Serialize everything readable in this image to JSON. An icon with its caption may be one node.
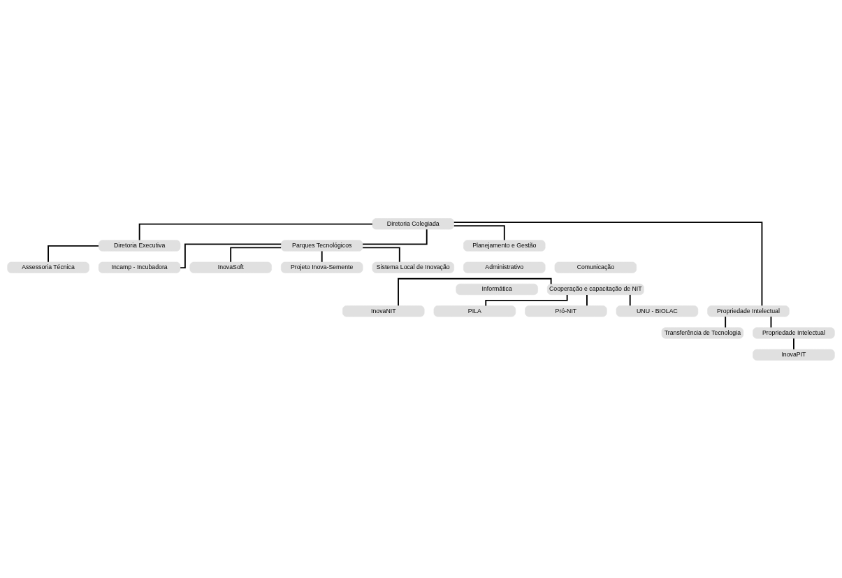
{
  "diagram": {
    "nodes": [
      {
        "text": [
          "Diretoria Colegiada"
        ]
      },
      {
        "text": [
          "Diretoria Executiva"
        ]
      },
      {
        "text": [
          "Assessoria Técnica"
        ]
      },
      {
        "text": [
          "Parques Tecnológicos"
        ]
      },
      {
        "text": [
          "Incamp - Incubadora"
        ]
      },
      {
        "text": [
          "InovaSoft"
        ]
      },
      {
        "text": [
          "Projeto Inova-Semente"
        ]
      },
      {
        "text": [
          "Sistema Local de Inovação"
        ]
      },
      {
        "text": [
          "Planejamento e Gestão"
        ]
      },
      {
        "text": [
          "Administrativo"
        ]
      },
      {
        "text": [
          "Comunicação"
        ]
      },
      {
        "text": [
          "Informática"
        ]
      },
      {
        "text": [
          "Cooperação e capacitação de NIT"
        ]
      },
      {
        "text": [
          "InovaNIT"
        ]
      },
      {
        "text": [
          "PILA"
        ]
      },
      {
        "text": [
          "Pró-NIT"
        ]
      },
      {
        "text": [
          "UNU - BIOLAC"
        ]
      },
      {
        "text": [
          "Propriedade Intelectual"
        ]
      },
      {
        "text": [
          "Transferência de Tecnologia"
        ]
      },
      {
        "text": [
          "Propriedade Intelectual"
        ]
      },
      {
        "text": [
          "InovaPIT"
        ]
      }
    ],
    "edges": [
      {
        "from": 0,
        "to": 1,
        "arrow": "none"
      },
      {
        "from": 1,
        "to": 2,
        "arrow": "none"
      },
      {
        "from": 0,
        "to": 3,
        "arrow": "none"
      },
      {
        "from": 3,
        "to": 4,
        "arrow": "none"
      },
      {
        "from": 3,
        "to": 5,
        "arrow": "none"
      },
      {
        "from": 3,
        "to": 6,
        "arrow": "none"
      },
      {
        "from": 3,
        "to": 7,
        "arrow": "none"
      },
      {
        "from": 0,
        "to": 8,
        "arrow": "none"
      },
      {
        "from": 12,
        "to": 13,
        "arrow": "none"
      },
      {
        "from": 12,
        "to": 14,
        "arrow": "none"
      },
      {
        "from": 12,
        "to": 15,
        "arrow": "none"
      },
      {
        "from": 12,
        "to": 16,
        "arrow": "none"
      },
      {
        "from": 0,
        "to": 17,
        "arrow": "none"
      },
      {
        "from": 17,
        "to": 18,
        "arrow": "none"
      },
      {
        "from": 17,
        "to": 19,
        "arrow": "none"
      },
      {
        "from": 19,
        "to": 20,
        "arrow": "none"
      }
    ]
  }
}
